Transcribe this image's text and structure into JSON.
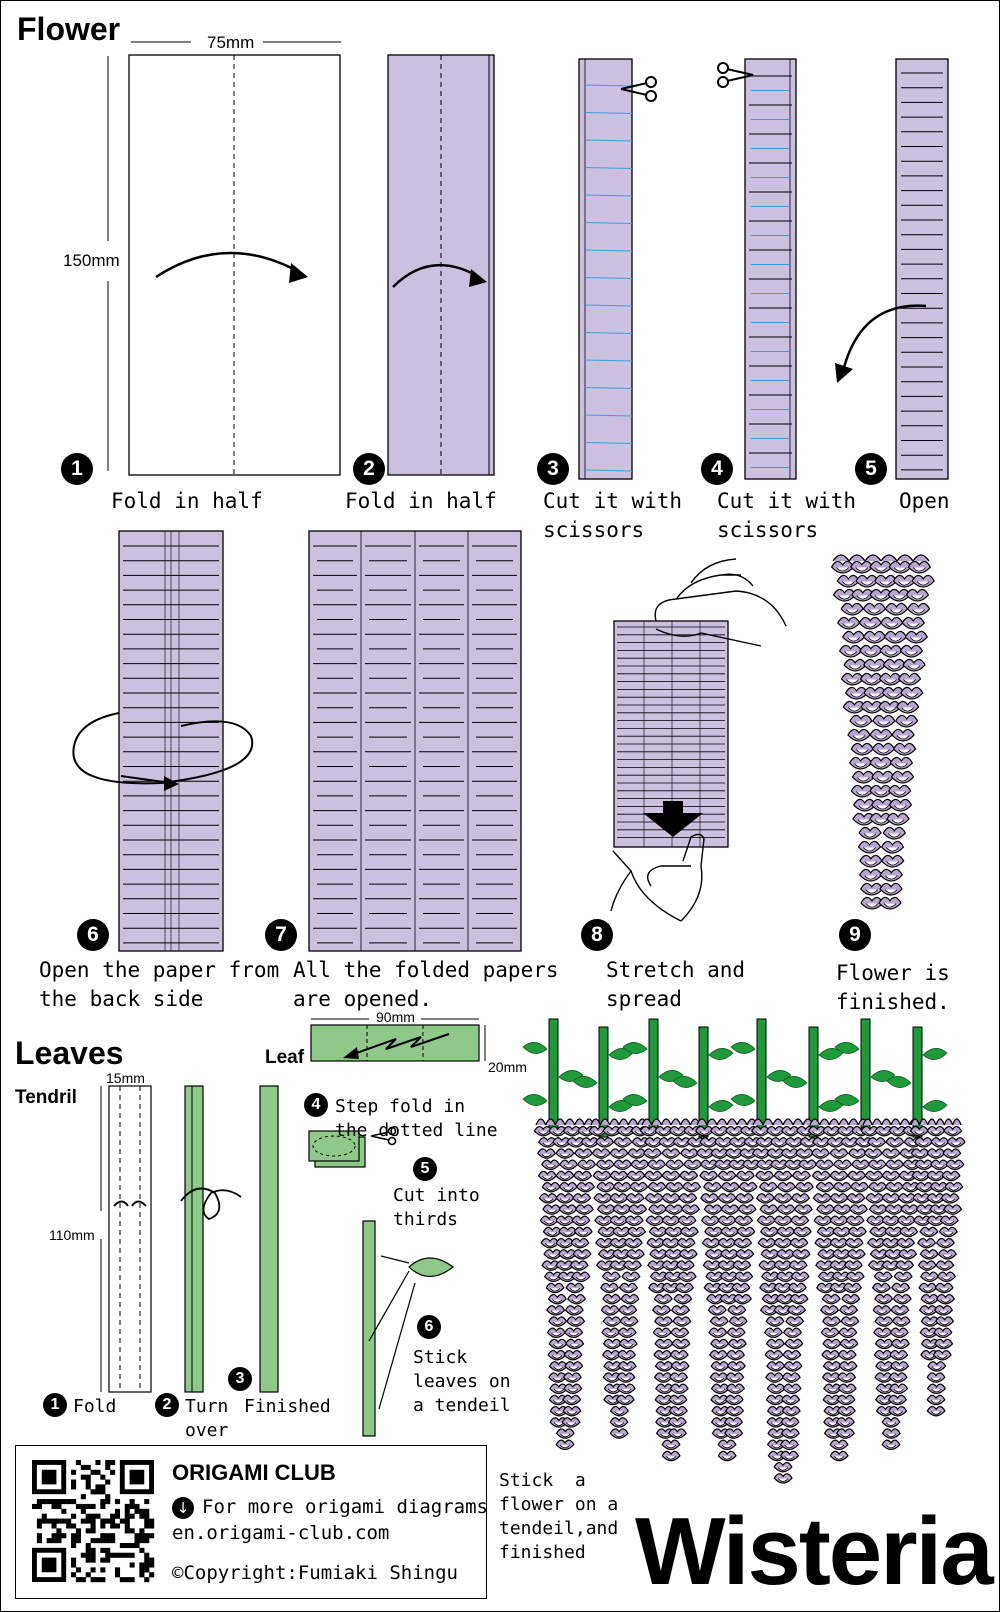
{
  "sections": {
    "flower_title": "Flower",
    "leaves_title": "Leaves",
    "tendril_title": "Tendril",
    "leaf_title": "Leaf"
  },
  "dimensions": {
    "flower_width": "75mm",
    "flower_height": "150mm",
    "tendril_width": "15mm",
    "tendril_height": "110mm",
    "leaf_width": "90mm",
    "leaf_height": "20mm"
  },
  "flower_steps": [
    {
      "number": "1",
      "caption": "Fold in half"
    },
    {
      "number": "2",
      "caption": "Fold in half"
    },
    {
      "number": "3",
      "caption": "Cut it with\nscissors"
    },
    {
      "number": "4",
      "caption": "Cut it with\nscissors"
    },
    {
      "number": "5",
      "caption": "Open"
    },
    {
      "number": "6",
      "caption": "Open the paper from\nthe back side"
    },
    {
      "number": "7",
      "caption": "All the folded papers\nare opened."
    },
    {
      "number": "8",
      "caption": "Stretch and\nspread"
    },
    {
      "number": "9",
      "caption": "Flower is\nfinished."
    }
  ],
  "tendril_steps": [
    {
      "number": "1",
      "caption": "Fold"
    },
    {
      "number": "2",
      "caption": "Turn\nover"
    },
    {
      "number": "3",
      "caption": "Finished"
    }
  ],
  "leaf_steps": [
    {
      "number": "4",
      "caption": "Step fold in\nthe dotted line"
    },
    {
      "number": "5",
      "caption": "Cut into\nthirds"
    },
    {
      "number": "6",
      "caption": "Stick\nleaves on\na tendeil"
    }
  ],
  "final_caption": "Stick  a\nflower on a\ntendeil,and\nfinished",
  "footer": {
    "brand": "ORIGAMI CLUB",
    "more_icon": "arrow-down-circle-icon",
    "more_text": "For more origami diagrams",
    "url": "en.origami-club.com",
    "copyright": "©Copyright:Fumiaki Shingu"
  },
  "main_title": "Wisteria",
  "colors": {
    "paper_purple": "#cbc0dd",
    "leaf_green": "#8ec98a",
    "stem_green": "#1f9a3a",
    "cut_blue": "#3aa0e0",
    "flower_purple": "#b9a6cf"
  }
}
